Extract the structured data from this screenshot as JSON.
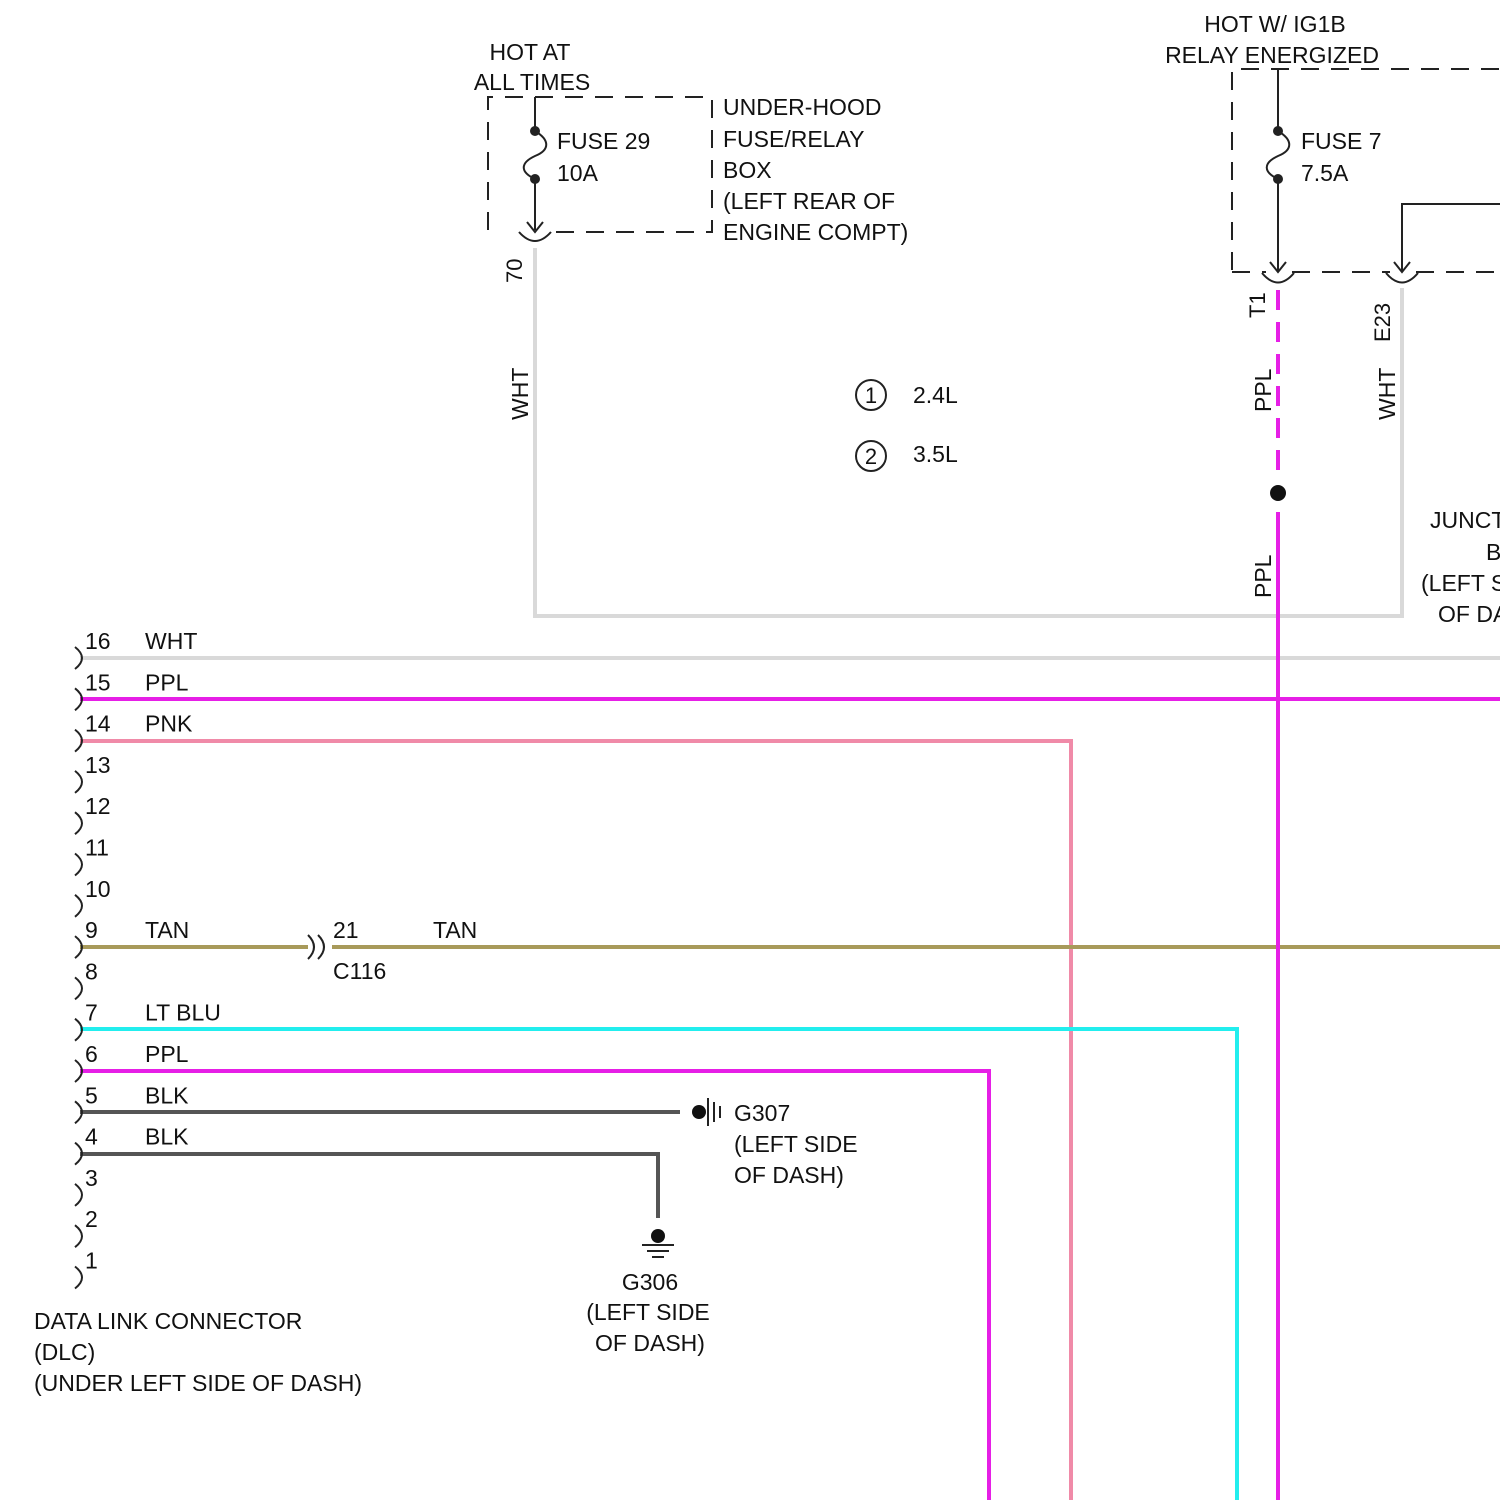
{
  "colors": {
    "wht": "#d9d9d9",
    "ppl": "#e61fe6",
    "pnk": "#f08aa8",
    "tan": "#a89a5a",
    "lt_blu": "#22eeee",
    "blk": "#555555",
    "ink": "#222222"
  },
  "fuse29": {
    "hot_line1": "HOT AT",
    "hot_line2": "ALL TIMES",
    "name": "FUSE 29",
    "rating": "10A",
    "terminal": "70",
    "wire_color": "WHT"
  },
  "underhood_box": {
    "line1": "UNDER-HOOD",
    "line2": "FUSE/RELAY",
    "line3": "BOX",
    "line4": "(LEFT REAR OF",
    "line5": "ENGINE COMPT)"
  },
  "fuse7": {
    "hot_line1": "HOT W/ IG1B",
    "hot_line2": "RELAY ENERGIZED",
    "name": "FUSE 7",
    "rating": "7.5A",
    "terminal_t1": "T1",
    "terminal_e23": "E23",
    "wire_ppl_upper": "PPL",
    "wire_ppl_lower": "PPL",
    "wire_wht": "WHT"
  },
  "legend": [
    {
      "marker": "1",
      "label": "2.4L"
    },
    {
      "marker": "2",
      "label": "3.5L"
    }
  ],
  "junction_box": {
    "line1": "JUNCT",
    "line2": "B",
    "line3": "(LEFT S",
    "line4": "OF DA"
  },
  "dlc_pins": [
    {
      "pin": "16",
      "wire": "WHT"
    },
    {
      "pin": "15",
      "wire": "PPL"
    },
    {
      "pin": "14",
      "wire": "PNK"
    },
    {
      "pin": "13",
      "wire": ""
    },
    {
      "pin": "12",
      "wire": ""
    },
    {
      "pin": "11",
      "wire": ""
    },
    {
      "pin": "10",
      "wire": ""
    },
    {
      "pin": "9",
      "wire": "TAN"
    },
    {
      "pin": "8",
      "wire": ""
    },
    {
      "pin": "7",
      "wire": "LT BLU"
    },
    {
      "pin": "6",
      "wire": "PPL"
    },
    {
      "pin": "5",
      "wire": "BLK"
    },
    {
      "pin": "4",
      "wire": "BLK"
    },
    {
      "pin": "3",
      "wire": ""
    },
    {
      "pin": "2",
      "wire": ""
    },
    {
      "pin": "1",
      "wire": ""
    }
  ],
  "c116": {
    "pin": "21",
    "name": "C116",
    "wire_color": "TAN"
  },
  "g307": {
    "name": "G307",
    "line2": "(LEFT SIDE",
    "line3": "OF DASH)"
  },
  "g306": {
    "name": "G306",
    "line2": "(LEFT SIDE",
    "line3": "OF DASH)"
  },
  "dlc": {
    "line1": "DATA LINK CONNECTOR",
    "line2": "(DLC)",
    "line3": "(UNDER LEFT SIDE OF DASH)"
  }
}
